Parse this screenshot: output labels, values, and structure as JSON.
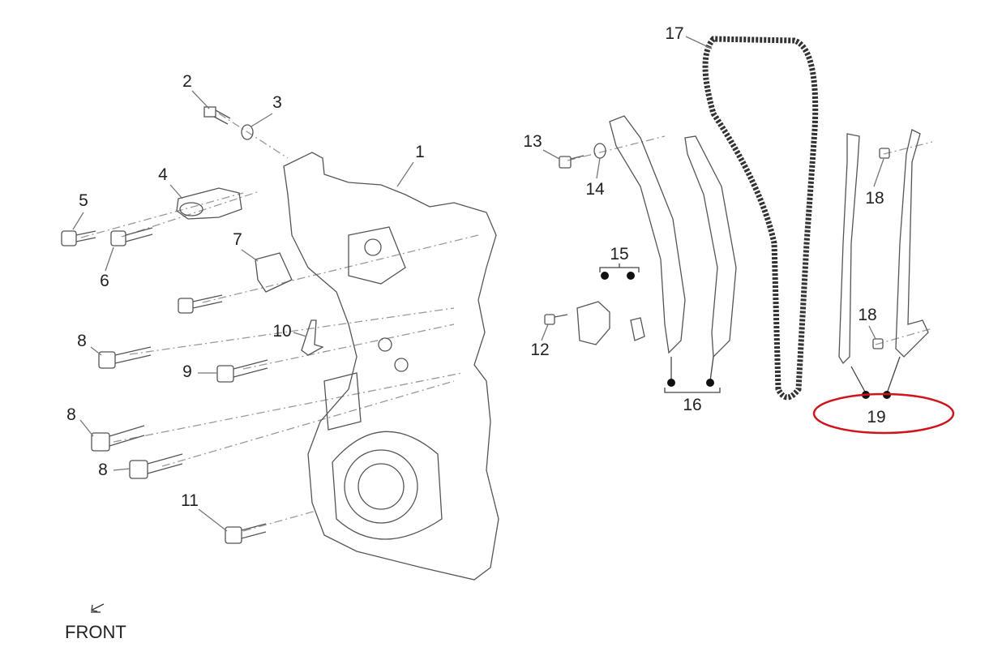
{
  "callouts": [
    "1",
    "2",
    "3",
    "4",
    "5",
    "6",
    "7",
    "8",
    "8",
    "8",
    "9",
    "10",
    "11",
    "12",
    "13",
    "14",
    "15",
    "16",
    "17",
    "18",
    "18",
    "19"
  ],
  "orientation_label": "FRONT",
  "highlight": {
    "target_callout": "19",
    "color": "#d0141c"
  },
  "colors": {
    "line": "#444444",
    "chain": "#333333"
  }
}
